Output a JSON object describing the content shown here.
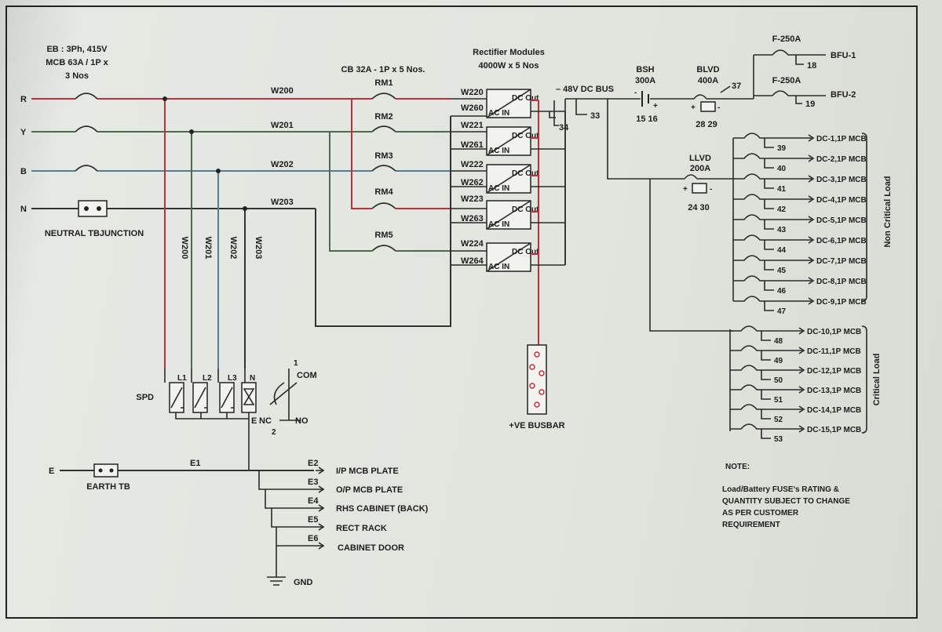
{
  "supply": {
    "line1": "EB : 3Ph, 415V",
    "line2": "MCB 63A / 1P x",
    "line3": "3 Nos",
    "phases": [
      "R",
      "Y",
      "B",
      "N"
    ],
    "neutral_tb": "NEUTRAL TBJUNCTION"
  },
  "wires": {
    "main": [
      "W200",
      "W201",
      "W202",
      "W203"
    ],
    "rect_pairs": [
      [
        "W220",
        "W260"
      ],
      [
        "W221",
        "W261"
      ],
      [
        "W222",
        "W262"
      ],
      [
        "W223",
        "W263"
      ],
      [
        "W224",
        "W264"
      ]
    ]
  },
  "cb": {
    "line1": "CB 32A - 1P x 5 Nos.",
    "labels": [
      "RM1",
      "RM2",
      "RM3",
      "RM4",
      "RM5"
    ]
  },
  "rectifier": {
    "line1": "Rectifier Modules",
    "line2": "4000W x 5 Nos",
    "dc_out": "DC Out",
    "ac_in": "AC IN",
    "tag": "34"
  },
  "dc_bus": {
    "label": "– 48V DC BUS",
    "tag": "33"
  },
  "bsh": {
    "title": "BSH",
    "rating": "300A",
    "minus": "-",
    "plus": "+",
    "terms": "15  16"
  },
  "blvd": {
    "title": "BLVD",
    "rating": "400A",
    "tag": "37",
    "terms": "28  29",
    "plus": "+",
    "minus": "-"
  },
  "llvd": {
    "title": "LLVD",
    "rating": "200A",
    "terms": "24  30",
    "plus": "+",
    "minus": "-"
  },
  "bfu": [
    {
      "fuse": "F-250A",
      "num": "18",
      "label": "BFU-1"
    },
    {
      "fuse": "F-250A",
      "num": "19",
      "label": "BFU-2"
    }
  ],
  "noncritical": {
    "title": "Non Critical Load",
    "items": [
      {
        "num": "39",
        "label": "DC-1,1P MCB"
      },
      {
        "num": "40",
        "label": "DC-2,1P MCB"
      },
      {
        "num": "41",
        "label": "DC-3,1P MCB"
      },
      {
        "num": "42",
        "label": "DC-4,1P MCB"
      },
      {
        "num": "43",
        "label": "DC-5,1P MCB"
      },
      {
        "num": "44",
        "label": "DC-6,1P MCB"
      },
      {
        "num": "45",
        "label": "DC-7,1P MCB"
      },
      {
        "num": "46",
        "label": "DC-8,1P MCB"
      },
      {
        "num": "47",
        "label": "DC-9,1P MCB"
      }
    ]
  },
  "critical": {
    "title": "Critical Load",
    "items": [
      {
        "num": "48",
        "label": "DC-10,1P MCB"
      },
      {
        "num": "49",
        "label": "DC-11,1P MCB"
      },
      {
        "num": "50",
        "label": "DC-12,1P MCB"
      },
      {
        "num": "51",
        "label": "DC-13,1P MCB"
      },
      {
        "num": "52",
        "label": "DC-14,1P MCB"
      },
      {
        "num": "53",
        "label": "DC-15,1P MCB"
      }
    ]
  },
  "spd": {
    "label": "SPD",
    "poles": [
      "L1",
      "L2",
      "L3",
      "N"
    ],
    "com": "COM",
    "com_num": "1",
    "nc": "NC",
    "no": "NO",
    "nc_num": "2",
    "e": "E"
  },
  "busbar": {
    "label": "+VE BUSBAR"
  },
  "earth": {
    "e": "E",
    "tb": "EARTH TB",
    "e1": "E1",
    "gnd": "GND",
    "branches": [
      {
        "tag": "E2",
        "label": "I/P MCB PLATE"
      },
      {
        "tag": "E3",
        "label": "O/P MCB PLATE"
      },
      {
        "tag": "E4",
        "label": "RHS CABINET (BACK)"
      },
      {
        "tag": "E5",
        "label": "RECT RACK"
      },
      {
        "tag": "E6",
        "label": "CABINET DOOR"
      }
    ]
  },
  "note": {
    "title": "NOTE:",
    "lines": [
      "Load/Battery FUSE's RATING &",
      "QUANTITY SUBJECT TO CHANGE",
      "AS PER CUSTOMER",
      "REQUIREMENT"
    ]
  }
}
